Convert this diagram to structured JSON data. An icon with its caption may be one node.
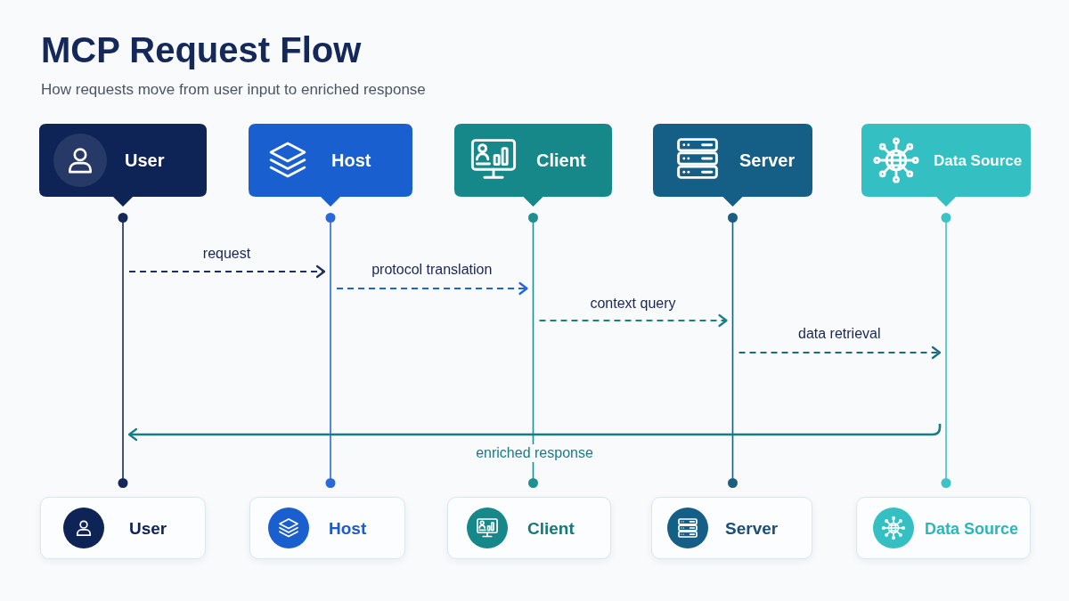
{
  "diagram": {
    "title": "MCP Request Flow",
    "nodes": [
      {
        "text": [
          "User"
        ]
      },
      {
        "text": [
          "Host"
        ]
      },
      {
        "text": [
          "Client"
        ]
      },
      {
        "text": [
          "Server"
        ]
      },
      {
        "text": [
          "Data Source"
        ]
      },
      {
        "text": [],
        "shape": "bar"
      },
      {
        "text": [],
        "shape": "bar"
      },
      {
        "text": [],
        "shape": "bar"
      },
      {
        "text": [],
        "shape": "bar"
      },
      {
        "text": [],
        "shape": "bar"
      },
      {
        "text": [
          "User"
        ]
      },
      {
        "text": [
          "Host"
        ]
      },
      {
        "text": [
          "Client"
        ]
      },
      {
        "text": [
          "Server"
        ]
      },
      {
        "text": [
          "Data Source"
        ]
      }
    ],
    "edges": [
      {
        "from": 5,
        "to": 6,
        "arrow": "to",
        "label": "request",
        "style": "dashed",
        "color": "#1e2f66"
      },
      {
        "from": 6,
        "to": 7,
        "arrow": "to",
        "label": "protocol translation",
        "style": "dashed",
        "color": "#2262d6"
      },
      {
        "from": 7,
        "to": 8,
        "arrow": "to",
        "label": "context query",
        "style": "dashed",
        "color": "#1a8088"
      },
      {
        "from": 8,
        "to": 9,
        "arrow": "to",
        "label": "data retrieval",
        "style": "dashed",
        "color": "#1b6a84"
      },
      {
        "from": 9,
        "to": 5,
        "arrow": "to",
        "label": "enriched response",
        "color": "#157d86"
      }
    ],
    "labels": [
      "How requests move from user input to enriched response"
    ]
  }
}
